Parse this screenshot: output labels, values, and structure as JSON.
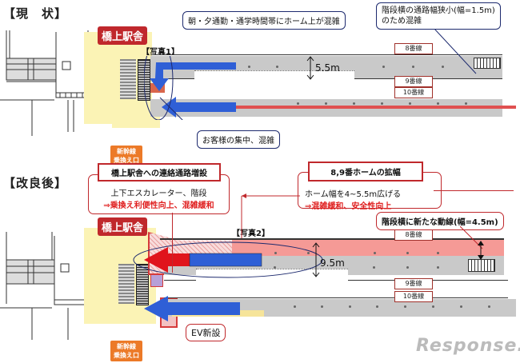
{
  "current": {
    "section_title": "【現　状】",
    "station_badge": "橋上駅舎",
    "photo_label": "【写真1】",
    "callout_top": "朝・夕通勤・通学時間帯にホーム上が混雑",
    "callout_right_line1": "階段横の通路幅狭小(幅=1.5m)",
    "callout_right_line2": "のため混雑",
    "callout_bottom": "お客様の集中、混雑",
    "platform_width": "5.5m",
    "shinkansen_line1": "新幹線",
    "shinkansen_line2": "乗換え口",
    "track_labels": [
      "8番線",
      "9番線",
      "10番線"
    ]
  },
  "improved": {
    "section_title": "【改良後】",
    "station_badge": "橋上駅舎",
    "photo_label": "【写真2】",
    "callout_left_head": "橋上駅舎への連絡通路増設",
    "callout_left_line1": "上下エスカレーター、階段",
    "callout_left_line2": "⇒乗換え利便性向上、混雑緩和",
    "callout_center_head": "8,9番ホームの拡幅",
    "callout_center_line1": "ホーム幅を4~5.5m広げる",
    "callout_center_line2": "⇒混雑緩和、安全性向上",
    "callout_right": "階段横に新たな動線(幅=4.5m)",
    "ev_label": "EV新設",
    "platform_width": "9.5m",
    "shinkansen_line1": "新幹線",
    "shinkansen_line2": "乗換え口",
    "track_labels": [
      "8番線",
      "9番線",
      "10番線"
    ]
  },
  "watermark": "Response.",
  "colors": {
    "red_accent": "#c0282c",
    "navy_border": "#1d2a6e",
    "blue_arrow": "#2f5fd6",
    "red_arrow": "#e0141c",
    "platform_gray": "#c9c9c9",
    "widened_pink": "#f59a96",
    "concourse_yellow": "#fbf3b5",
    "orange_badge": "#ec7a28"
  }
}
